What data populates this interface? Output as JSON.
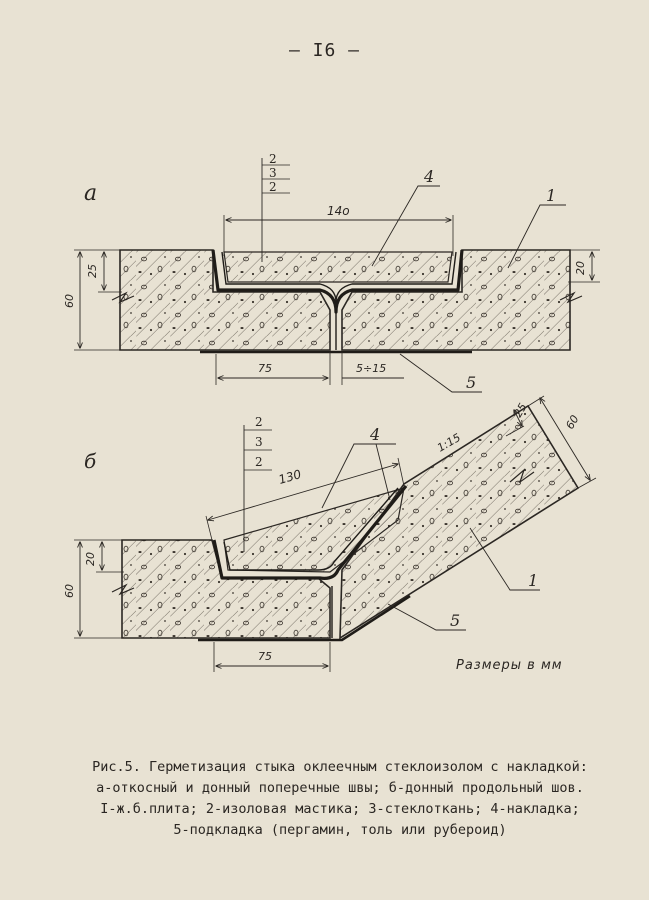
{
  "page_number": "— I6 —",
  "fig_a": {
    "label": "а",
    "layers": [
      "2",
      "3",
      "2"
    ],
    "callout_4": "4",
    "callout_1": "1",
    "callout_5": "5",
    "dim_140": "14o",
    "dim_25": "25",
    "dim_20": "20",
    "dim_60": "60",
    "dim_75": "75",
    "dim_gap": "5÷15"
  },
  "fig_b": {
    "label": "б",
    "layers": [
      "2",
      "3",
      "2"
    ],
    "callout_4": "4",
    "callout_1": "1",
    "callout_5": "5",
    "dim_130": "130",
    "dim_20": "20",
    "dim_60_left": "60",
    "dim_75": "75",
    "slope": "1:15",
    "dim_25": "25",
    "dim_60_right": "60"
  },
  "units_note": "Размеры в мм",
  "caption": {
    "line1": "Рис.5. Герметизация стыка оклеечным стеклоизолом с накладкой:",
    "line2": "а-откосный и донный поперечные швы; б-донный продольный шов.",
    "line3": "I-ж.б.плита; 2-изоловая мастика; 3-стеклоткань; 4-накладка;",
    "line4": "5-подкладка (пергамин, толь или рубероид)"
  }
}
